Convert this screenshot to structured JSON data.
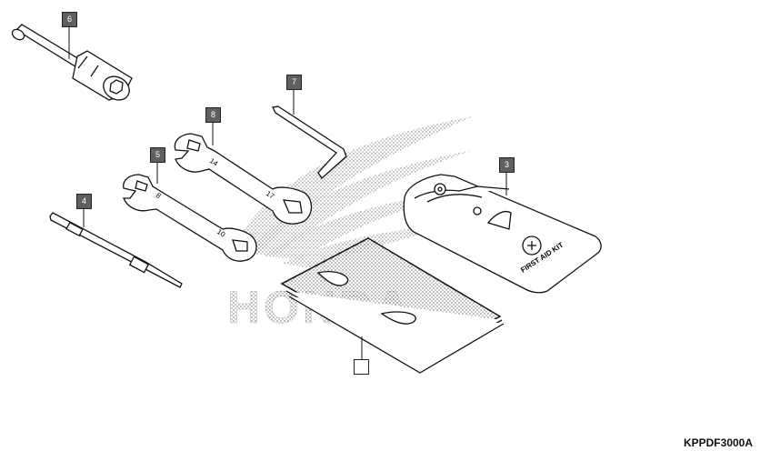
{
  "diagram": {
    "part_code": "KPPDF3000A",
    "callouts": [
      {
        "id": "6",
        "text": "6"
      },
      {
        "id": "7",
        "text": "7"
      },
      {
        "id": "8",
        "text": "8"
      },
      {
        "id": "5",
        "text": "5"
      },
      {
        "id": "4",
        "text": "4"
      },
      {
        "id": "3",
        "text": "3"
      },
      {
        "id": "blank",
        "text": ""
      }
    ],
    "wrench_14_17": {
      "small_size": "14",
      "large_size": "17"
    },
    "wrench_8_10": {
      "small_size": "8",
      "large_size": "10"
    },
    "kit_pouch": {
      "label": "FIRST AID KIT"
    },
    "watermark": {
      "text": "HONDA"
    },
    "icons": [
      "plug-wrench-icon",
      "hex-key-icon",
      "open-end-wrench-icon",
      "screwdriver-icon",
      "first-aid-pouch-icon",
      "manual-pouch-icon",
      "honda-wing-watermark-icon"
    ]
  }
}
